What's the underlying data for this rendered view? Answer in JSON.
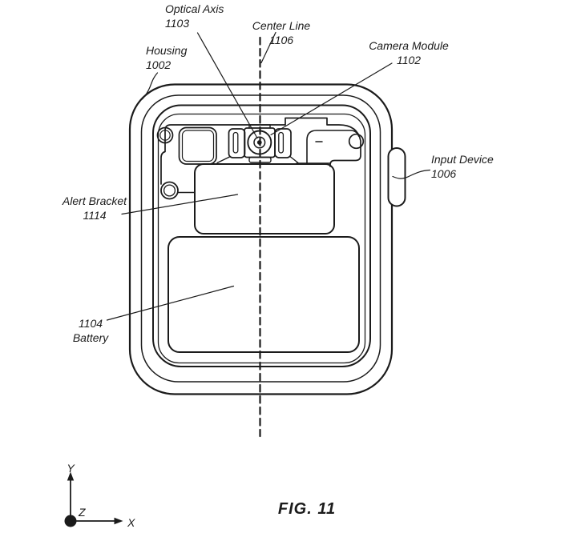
{
  "figure": {
    "caption": "FIG. 11",
    "labels": {
      "optical_axis": {
        "line1": "Optical Axis",
        "line2": "1103"
      },
      "center_line": {
        "line1": "Center Line",
        "line2": "1106"
      },
      "camera_module": {
        "line1": "Camera Module",
        "line2": "1102"
      },
      "housing": {
        "line1": "Housing",
        "line2": "1002"
      },
      "input_device": {
        "line1": "Input Device",
        "line2": "1006"
      },
      "alert_bracket": {
        "line1": "Alert Bracket",
        "line2": "1114"
      },
      "battery": {
        "line1": "1104",
        "line2": "Battery"
      }
    },
    "axes": {
      "x_label": "X",
      "y_label": "Y",
      "z_label": "Z"
    },
    "colors": {
      "line": "#1b1b1b",
      "background": "#ffffff"
    }
  }
}
